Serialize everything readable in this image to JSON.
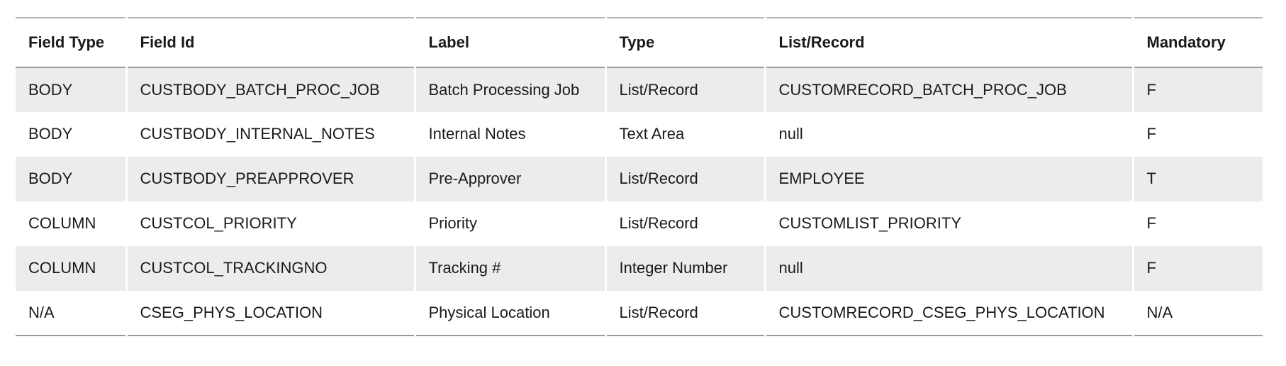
{
  "table": {
    "columns": [
      "Field Type",
      "Field Id",
      "Label",
      "Type",
      "List/Record",
      "Mandatory"
    ],
    "rows": [
      [
        "BODY",
        "CUSTBODY_BATCH_PROC_JOB",
        "Batch Processing Job",
        "List/Record",
        "CUSTOMRECORD_BATCH_PROC_JOB",
        "F"
      ],
      [
        "BODY",
        "CUSTBODY_INTERNAL_NOTES",
        "Internal Notes",
        "Text Area",
        "null",
        "F"
      ],
      [
        "BODY",
        "CUSTBODY_PREAPPROVER",
        "Pre-Approver",
        "List/Record",
        "EMPLOYEE",
        "T"
      ],
      [
        "COLUMN",
        "CUSTCOL_PRIORITY",
        "Priority",
        "List/Record",
        "CUSTOMLIST_PRIORITY",
        "F"
      ],
      [
        "COLUMN",
        "CUSTCOL_TRACKINGNO",
        "Tracking #",
        "Integer Number",
        "null",
        "F"
      ],
      [
        "N/A",
        "CSEG_PHYS_LOCATION",
        "Physical Location",
        "List/Record",
        "CUSTOMRECORD_CSEG_PHYS_LOCATION",
        "N/A"
      ]
    ]
  },
  "colors": {
    "stripe": "#ececec",
    "rule_top": "#b5b5b5",
    "rule": "#9c9c9c",
    "divider": "#ffffff",
    "text": "#1a1a1a"
  }
}
